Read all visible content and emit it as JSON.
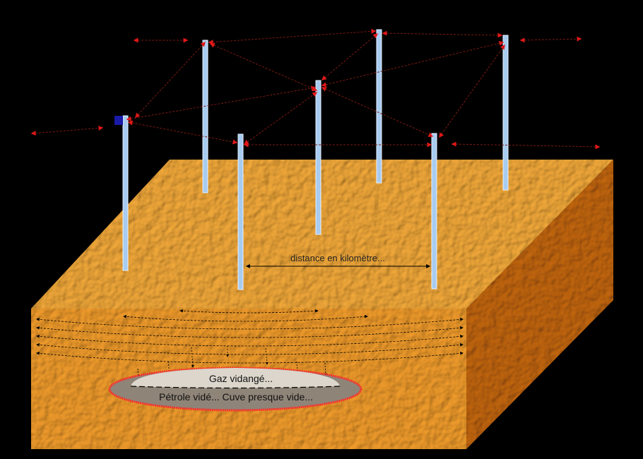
{
  "labels": {
    "distance": "distance en kilomètre...",
    "gas": "Gaz  vidangé...",
    "oil": "Pétrole vidé... Cuve presque vide..."
  },
  "colors": {
    "background": "#000000",
    "ground_top": "#f2a93a",
    "ground_front": "#f0a030",
    "ground_side": "#c46a10",
    "well": "#a8ccf0",
    "link_arrow": "#e01818",
    "link_line": "#7a1a10",
    "flow_arrow": "#000000",
    "gas_zone": "#d8d2c8",
    "oil_zone": "#8f8478",
    "reservoir_rim": "#ff2a2a",
    "transmitter": "#1a1aa8"
  }
}
